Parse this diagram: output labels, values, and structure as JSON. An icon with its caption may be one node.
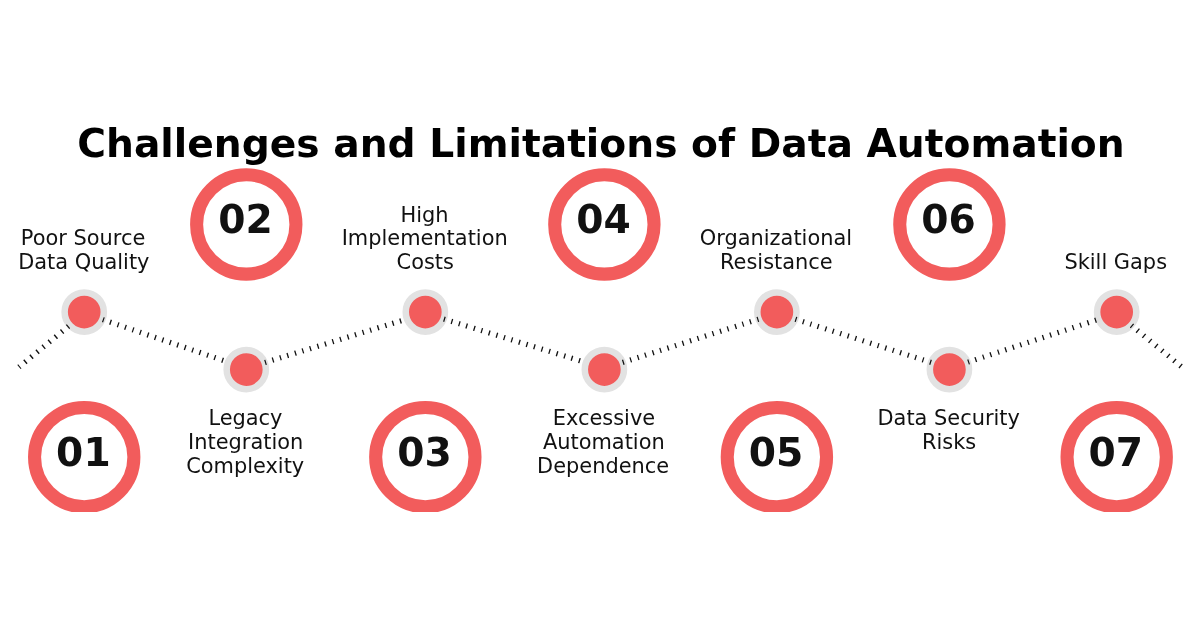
{
  "diagram": {
    "title": "Challenges and Limitations of Data Automation",
    "nodes": [
      {
        "text": [
          "01"
        ]
      },
      {
        "text": [],
        "shape": "circle",
        "beside": [
          "Poor Source Data Quality"
        ]
      },
      {
        "text": [
          "02"
        ]
      },
      {
        "text": [],
        "shape": "circle",
        "beside": [
          "Legacy Integration Complexity"
        ]
      },
      {
        "text": [
          "03"
        ]
      },
      {
        "text": [],
        "shape": "circle",
        "beside": [
          "High Implementation Costs"
        ]
      },
      {
        "text": [
          "04"
        ]
      },
      {
        "text": [],
        "shape": "circle",
        "beside": [
          "Excessive Automation Dependence"
        ]
      },
      {
        "text": [
          "05"
        ]
      },
      {
        "text": [],
        "shape": "circle",
        "beside": [
          "Organizational Resistance"
        ]
      },
      {
        "text": [
          "06"
        ]
      },
      {
        "text": [],
        "shape": "circle",
        "beside": [
          "Data Security Risks"
        ]
      },
      {
        "text": [
          "07"
        ]
      },
      {
        "text": [],
        "shape": "circle",
        "beside": [
          "Skill Gaps"
        ]
      }
    ],
    "edges": [
      {
        "from": null,
        "to": 1,
        "arrow": "none",
        "style": "dashed"
      },
      {
        "from": 1,
        "to": 3,
        "arrow": "none",
        "style": "dashed"
      },
      {
        "from": 3,
        "to": 5,
        "arrow": "none",
        "style": "dashed"
      },
      {
        "from": 5,
        "to": 7,
        "arrow": "none",
        "style": "dashed"
      },
      {
        "from": 7,
        "to": 9,
        "arrow": "none",
        "style": "dashed"
      },
      {
        "from": 9,
        "to": 11,
        "arrow": "none",
        "style": "dashed"
      },
      {
        "from": 11,
        "to": 13,
        "arrow": "none",
        "style": "dashed"
      },
      {
        "from": 13,
        "to": null,
        "arrow": "none",
        "style": "dashed"
      }
    ]
  }
}
